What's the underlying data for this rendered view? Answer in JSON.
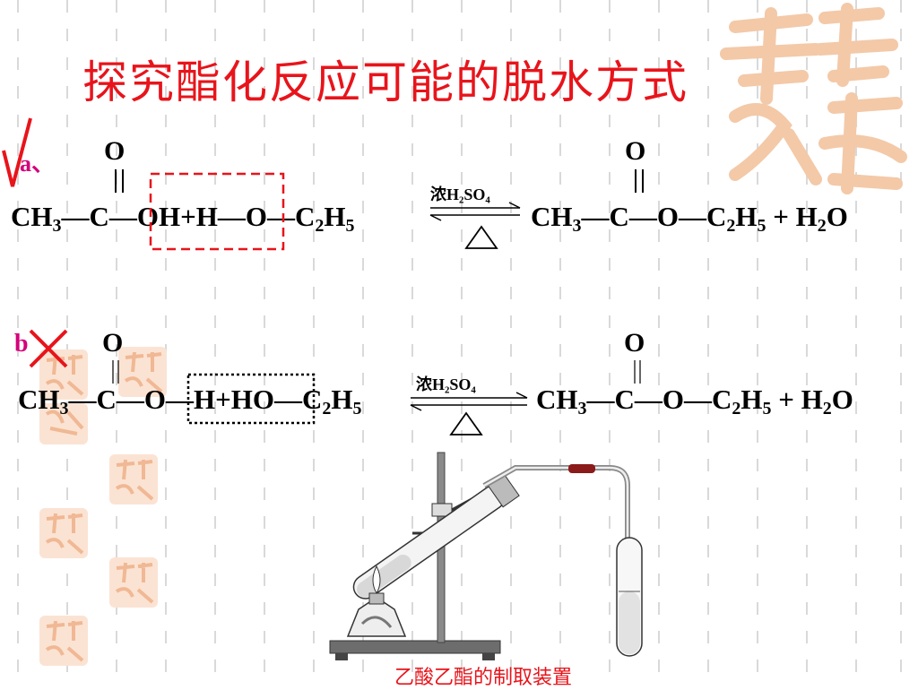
{
  "slide": {
    "title": "探究酯化反应可能的脱水方式",
    "reaction_a": {
      "label": "a、",
      "mark": "correct",
      "reactants": "CH₃—C—OH+H—O—C₂H₅",
      "condition": "浓H₂SO₄",
      "products": "CH₃—C—O—C₂H₅ + H₂O",
      "carbonyl_o": "O"
    },
    "reaction_b": {
      "label": "b",
      "mark": "wrong",
      "reactants": "CH₃—C—O—H+HO—C₂H₅",
      "condition": "浓H₂SO₄",
      "products": "CH₃—C—O—C₂H₅ + H₂O",
      "carbonyl_o": "O"
    },
    "apparatus_caption": "乙酸乙酯的制取装置",
    "colors": {
      "title": "#e8141b",
      "label": "#d4007a",
      "mark": "#e8141b",
      "highlight_box": "#e8141b"
    }
  }
}
